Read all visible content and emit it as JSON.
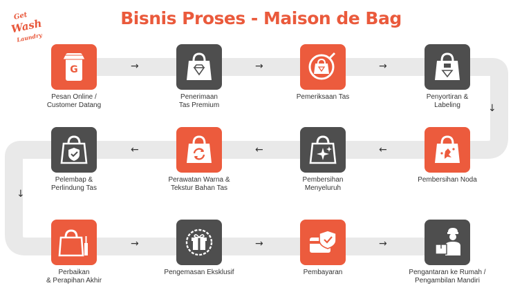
{
  "title": "Bisnis Proses - Maison de Bag",
  "logo": {
    "line1": "Get",
    "line2": "Wash",
    "line3": "Laundry"
  },
  "colors": {
    "accent": "#ec5b3d",
    "dark": "#4e4e4e",
    "track": "#e9e9e9"
  },
  "steps": [
    {
      "label": "Pesan Online /\nCustomer Datang",
      "icon": "phone-order-icon"
    },
    {
      "label": "Penerimaan\nTas Premium",
      "icon": "bag-diamond-icon"
    },
    {
      "label": "Pemeriksaan Tas",
      "icon": "bag-inspect-icon"
    },
    {
      "label": "Penyortiran &\nLabeling",
      "icon": "bag-label-icon"
    },
    {
      "label": "Pembersihan Noda",
      "icon": "bag-stain-icon"
    },
    {
      "label": "Pembersihan\nMenyeluruh",
      "icon": "bag-sparkle-icon"
    },
    {
      "label": "Perawatan Warna &\nTekstur Bahan Tas",
      "icon": "bag-refresh-icon"
    },
    {
      "label": "Pelembap &\nPerlindung Tas",
      "icon": "bag-shield-icon"
    },
    {
      "label": "Perbaikan\n& Perapihan Akhir",
      "icon": "bag-repair-icon"
    },
    {
      "label": "Pengemasan Eksklusif",
      "icon": "gift-box-icon"
    },
    {
      "label": "Pembayaran",
      "icon": "payment-card-icon"
    },
    {
      "label": "Pengantaran ke Rumah /\nPengambilan Mandiri",
      "icon": "delivery-courier-icon"
    }
  ],
  "arrows": {
    "right": "→",
    "left": "←",
    "down": "↓"
  }
}
